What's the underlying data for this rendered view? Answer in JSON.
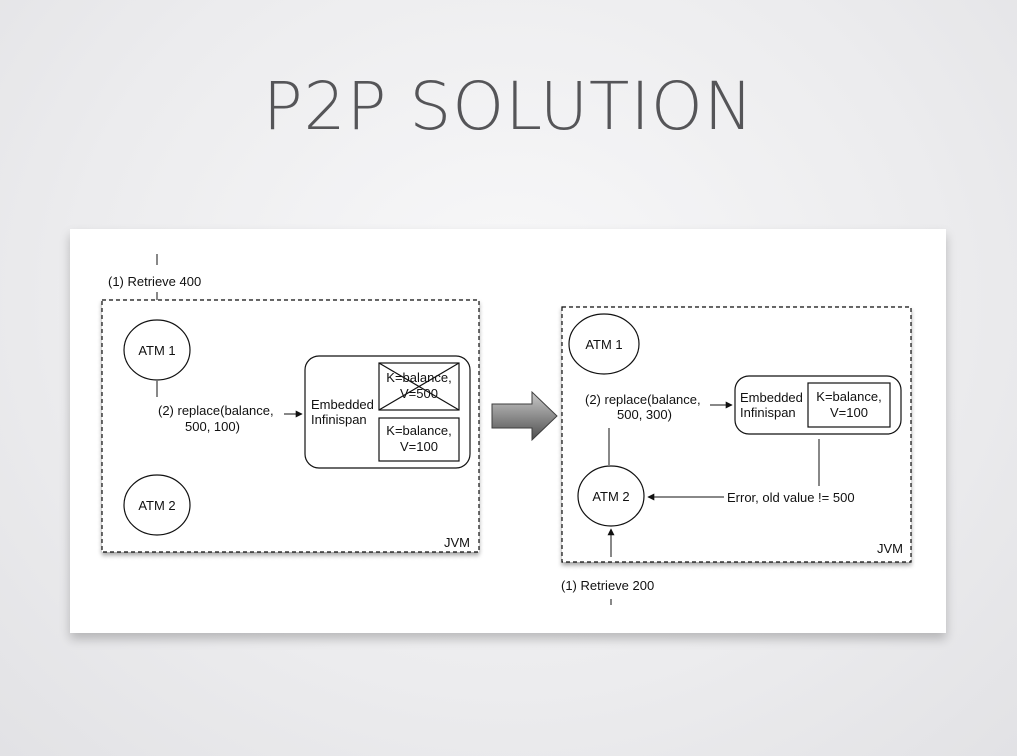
{
  "title": "P2P SOLUTION",
  "left": {
    "request": "(1) Retrieve 400",
    "atm1": "ATM 1",
    "atm2": "ATM 2",
    "replace_line1": "(2) replace(balance,",
    "replace_line2": "500, 100)",
    "cache_line1": "Embedded",
    "cache_line2": "Infinispan",
    "old_entry_line1": "K=balance,",
    "old_entry_line2": "V=500",
    "new_entry_line1": "K=balance,",
    "new_entry_line2": "V=100",
    "jvm": "JVM"
  },
  "right": {
    "atm1": "ATM 1",
    "atm2": "ATM 2",
    "replace_line1": "(2) replace(balance,",
    "replace_line2": "500, 300)",
    "cache_line1": "Embedded",
    "cache_line2": "Infinispan",
    "entry_line1": "K=balance,",
    "entry_line2": "V=100",
    "error": "Error, old value != 500",
    "request": "(1) Retrieve 200",
    "jvm": "JVM"
  }
}
